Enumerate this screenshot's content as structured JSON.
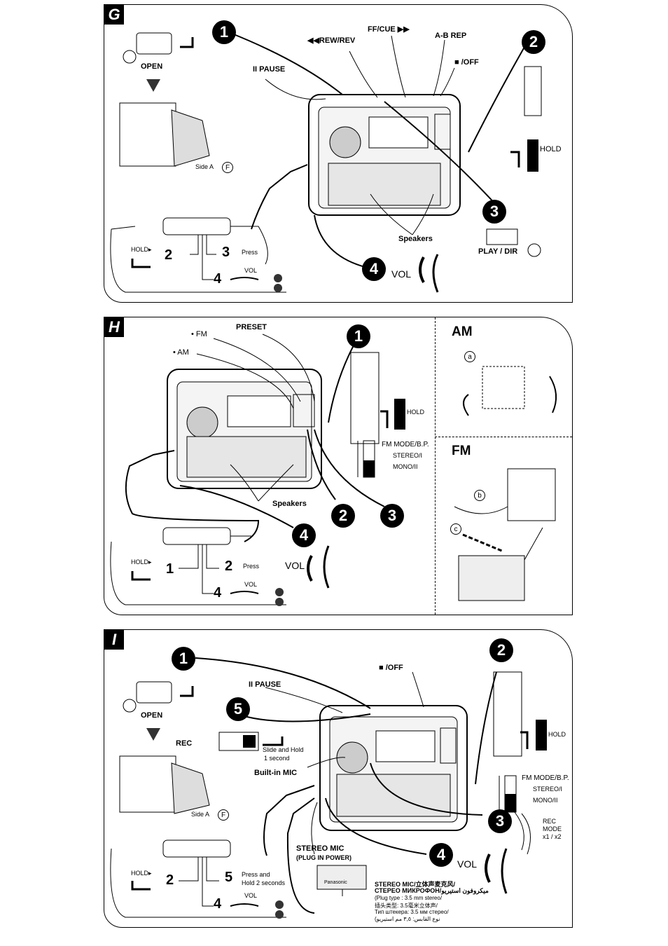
{
  "panel_g": {
    "letter": "G",
    "open": "OPEN",
    "side_a": "Side A",
    "side_badge": "F",
    "pause": "II PAUSE",
    "rew": "◀◀REW/REV",
    "ff": "FF/CUE ▶▶",
    "ab_rep": "A-B REP",
    "off": "■ /OFF",
    "hold": "HOLD",
    "hold_remote": "HOLD▸",
    "speakers": "Speakers",
    "play_dir": "PLAY / DIR",
    "press": "Press",
    "vol": "VOL",
    "vol_small": "VOL",
    "steps": [
      "1",
      "2",
      "3",
      "4"
    ],
    "remote_nums": [
      "2",
      "3",
      "4"
    ]
  },
  "panel_h": {
    "letter": "H",
    "fm": "• FM",
    "am": "• AM",
    "preset": "PRESET",
    "hold": "HOLD",
    "hold_remote": "HOLD▸",
    "fm_mode": "FM MODE/B.P.",
    "stereo": "STEREO/I",
    "mono": "MONO/II",
    "speakers": "Speakers",
    "press": "Press",
    "vol": "VOL",
    "vol_small": "VOL",
    "am_title": "AM",
    "fm_title": "FM",
    "mark_a": "a",
    "mark_b": "b",
    "mark_c": "c",
    "steps": [
      "1",
      "2",
      "3",
      "4"
    ],
    "remote_nums": [
      "1",
      "2",
      "4"
    ]
  },
  "panel_i": {
    "letter": "I",
    "open": "OPEN",
    "side_a": "Side A",
    "side_badge": "F",
    "pause": "II PAUSE",
    "off": "■ /OFF",
    "rec": "REC",
    "slide_hold_1": "Slide and Hold",
    "slide_hold_2": "1 second",
    "builtin_mic": "Built-in MIC",
    "hold": "HOLD",
    "hold_remote": "HOLD▸",
    "fm_mode": "FM MODE/B.P.",
    "stereo": "STEREO/I",
    "mono": "MONO/II",
    "rec_mode_1": "REC",
    "rec_mode_2": "MODE",
    "rec_mode_3": "x1 / x2",
    "stereo_mic_1": "STEREO MIC",
    "stereo_mic_2": "(PLUG IN POWER)",
    "panasonic": "Panasonic",
    "press_hold_1": "Press and",
    "press_hold_2": "Hold 2 seconds",
    "vol": "VOL",
    "vol_small": "VOL",
    "mic_note_1": "STEREO MIC/立体声麦克风/",
    "mic_note_2": "СТЕРЕО МИКРОФОН/ميكروفون استيريو",
    "mic_note_3": "(Plug type : 3.5 mm stereo/",
    "mic_note_4": "插头类型: 3.5毫米立体声/",
    "mic_note_5": "Тип штекера: 3.5 мм стерео/",
    "mic_note_6": "(نوع القابس: ٣,٥ مم استيريو",
    "steps": [
      "1",
      "2",
      "3",
      "4",
      "5"
    ],
    "remote_nums": [
      "2",
      "5",
      "4"
    ]
  }
}
